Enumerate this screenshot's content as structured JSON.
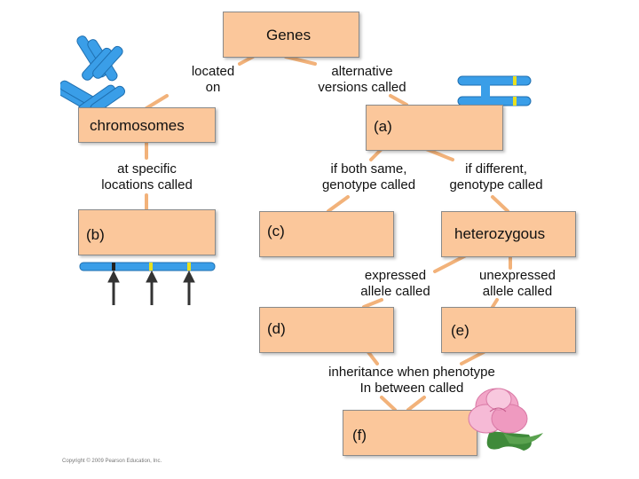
{
  "boxes": {
    "genes": "Genes",
    "chromosomes": "chromosomes",
    "a": "(a)",
    "b": "(b)",
    "c": "(c)",
    "heterozygous": "heterozygous",
    "d": "(d)",
    "e": "(e)",
    "f": "(f)"
  },
  "labels": {
    "located_on": [
      "located",
      "on"
    ],
    "alternative_versions": [
      "alternative",
      "versions called"
    ],
    "specific_locations": [
      "at specific",
      "locations called"
    ],
    "if_same": [
      "if both same,",
      "genotype called"
    ],
    "if_different": [
      "if different,",
      "genotype called"
    ],
    "expressed": [
      "expressed",
      "allele called"
    ],
    "unexpressed": [
      "unexpressed",
      "allele called"
    ],
    "inheritance": [
      "inheritance when phenotype",
      "In between called"
    ]
  },
  "copyright": "Copyright © 2009 Pearson Education, Inc.",
  "colors": {
    "box_fill": "#fbc79b",
    "line": "#f2b27a",
    "chromosome": "#3a9ee8",
    "flower": "#f2a6c8"
  }
}
